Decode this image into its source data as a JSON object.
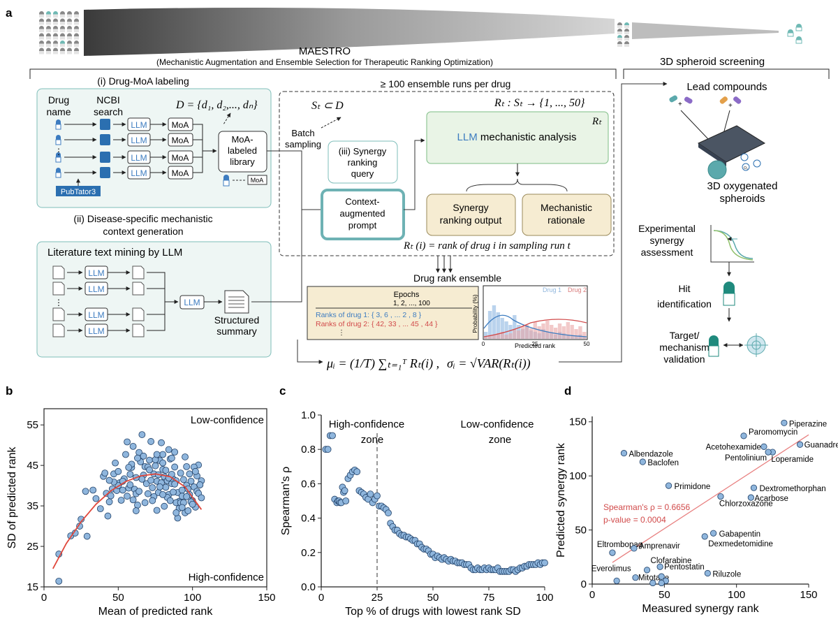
{
  "panels": {
    "a": "a",
    "b": "b",
    "c": "c",
    "d": "d"
  },
  "header": {
    "title": "MAESTRO",
    "subtitle": "(Mechanistic Augmentation and Ensemble Selection for Therapeutic Ranking Optimization)",
    "right_title": "3D spheroid screening"
  },
  "moa": {
    "title": "(i) Drug-MoA labeling",
    "col1": "Drug",
    "col1b": "name",
    "col2": "NCBI",
    "col2b": "search",
    "set_eq": "D = {d₁, d₂,..., dₙ}",
    "llm": "LLM",
    "moa": "MoA",
    "dots": "⋮",
    "library_line1": "MoA-",
    "library_line2": "labeled",
    "library_line3": "library",
    "pubtator": "PubTator3",
    "legend_moa": "MoA"
  },
  "context": {
    "title_line1": "(ii) Disease-specific mechanistic",
    "title_line2": "context generation",
    "box_title": "Literature text mining by LLM",
    "llm": "LLM",
    "summary_line1": "Structured",
    "summary_line2": "summary"
  },
  "ensemble": {
    "title": "≥ 100 ensemble runs per drug",
    "subset": "Sₜ ⊂ D",
    "batch_line1": "Batch",
    "batch_line2": "sampling",
    "query_line1": "(iii) Synergy",
    "query_line2": "ranking",
    "query_line3": "query",
    "prompt_line1": "Context-",
    "prompt_line2": "augmented",
    "prompt_line3": "prompt",
    "map_eq": "Rₜ : Sₜ → {1, ..., 50}",
    "rt": "Rₜ",
    "analysis_llm": "LLM",
    "analysis_rest": " mechanistic analysis",
    "output_line1": "Synergy",
    "output_line2": "ranking output",
    "rationale_line1": "Mechanistic",
    "rationale_line2": "rationale",
    "rank_def_a": "Rₜ (i)",
    "rank_def_b": " = rank of drug i in sampling run t"
  },
  "drug_rank": {
    "title": "Drug rank ensemble",
    "epochs": "Epochs",
    "epoch_ticks": "1,      2,   ...,           100",
    "drug1_row": "Ranks of drug 1: {   3,     6  , ...    2  ,   8  }",
    "drug2_row": "Ranks of drug 2: { 42,   33  , ... 45  , 44  }",
    "vdots": "⋮",
    "mini_ylabel": "Probability (%)",
    "mini_xlabel": "Predicted rank",
    "mini_ticks": [
      "0",
      "25",
      "50"
    ],
    "legend_drug1": "Drug 1",
    "legend_drug2": "Drug 2",
    "mu_eq": "μᵢ = (1/T) ∑ₜ₌₁ᵀ Rₜ(i) ,",
    "sigma_eq": "σᵢ = √VAR(Rₜ(i))"
  },
  "spheroid": {
    "lead": "Lead compounds",
    "spheroid_line1": "3D oxygenated",
    "spheroid_line2": "spheroids",
    "exp_line1": "Experimental",
    "exp_line2": "synergy",
    "exp_line3": "assessment",
    "hit_line1": "Hit",
    "hit_line2": "identification",
    "target_line1": "Target/",
    "target_line2": "mechanism",
    "target_line3": "validation",
    "o2": "O₂"
  },
  "colors": {
    "teal": "#5ba9ac",
    "teal_fill": "#eef6f4",
    "green_fill": "#e9f4e6",
    "tan_fill": "#f6ecd2",
    "blue": "#3d7cc0",
    "red": "#d14a4a",
    "point": "#8fb6dd"
  },
  "chart_data": [
    {
      "id": "b",
      "type": "scatter",
      "xlabel": "Mean of predicted rank",
      "ylabel": "SD of predicted rank",
      "xlim": [
        0,
        150
      ],
      "ylim": [
        15,
        59
      ],
      "xticks": [
        "0",
        "50",
        "100",
        "150"
      ],
      "yticks": [
        "15",
        "25",
        "35",
        "45",
        "55"
      ],
      "annotations": [
        "Low-confidence",
        "High-confidence"
      ],
      "points": [
        [
          10,
          16.4
        ],
        [
          10,
          23.1
        ],
        [
          18,
          27.6
        ],
        [
          21,
          28.3
        ],
        [
          24,
          30
        ],
        [
          25,
          31.7
        ],
        [
          28,
          38.6
        ],
        [
          29,
          27.5
        ],
        [
          33,
          38.9
        ],
        [
          35,
          36.8
        ],
        [
          38,
          34.3
        ],
        [
          40,
          42.3
        ],
        [
          41,
          43.1
        ],
        [
          42,
          38.1
        ],
        [
          43,
          32.5
        ],
        [
          44,
          36
        ],
        [
          45,
          37.5
        ],
        [
          46,
          39.2
        ],
        [
          47,
          42.9
        ],
        [
          48,
          45.6
        ],
        [
          49,
          38.8
        ],
        [
          50,
          43.5
        ],
        [
          51,
          40.7
        ],
        [
          52,
          36.4
        ],
        [
          53,
          38.9
        ],
        [
          54,
          41.7
        ],
        [
          55,
          47.7
        ],
        [
          56,
          50.8
        ],
        [
          57,
          39.4
        ],
        [
          58,
          42.8
        ],
        [
          59,
          44.5
        ],
        [
          60,
          49.7
        ],
        [
          61,
          39.1
        ],
        [
          62,
          38
        ],
        [
          63,
          35.2
        ],
        [
          64,
          48.2
        ],
        [
          65,
          45.9
        ],
        [
          66,
          52.6
        ],
        [
          67,
          42.6
        ],
        [
          68,
          44.7
        ],
        [
          69,
          40.5
        ],
        [
          70,
          38
        ],
        [
          71,
          46.3
        ],
        [
          72,
          50.9
        ],
        [
          73,
          39.5
        ],
        [
          74,
          42.9
        ],
        [
          75,
          44.9
        ],
        [
          76,
          41.1
        ],
        [
          77,
          38.3
        ],
        [
          78,
          46.2
        ],
        [
          79,
          50.6
        ],
        [
          80,
          44
        ],
        [
          81,
          42.2
        ],
        [
          82,
          39.6
        ],
        [
          83,
          41.2
        ],
        [
          84,
          37.8
        ],
        [
          85,
          46.6
        ],
        [
          86,
          40.5
        ],
        [
          87,
          41.6
        ],
        [
          88,
          44.6
        ],
        [
          89,
          41.2
        ],
        [
          90,
          38.3
        ],
        [
          91,
          36.1
        ],
        [
          92,
          43.1
        ],
        [
          93,
          38.9
        ],
        [
          94,
          41.5
        ],
        [
          95,
          33.3
        ],
        [
          96,
          40.1
        ],
        [
          97,
          39.2
        ],
        [
          98,
          37.8
        ],
        [
          99,
          41.1
        ],
        [
          100,
          36.3
        ],
        [
          101,
          39.7
        ],
        [
          102,
          34.7
        ],
        [
          103,
          38.6
        ],
        [
          104,
          38.1
        ],
        [
          105,
          40.2
        ],
        [
          106,
          37
        ],
        [
          77,
          42.7
        ],
        [
          80,
          45.6
        ],
        [
          84,
          41.9
        ],
        [
          88,
          40.4
        ],
        [
          90,
          32
        ],
        [
          91,
          34.4
        ],
        [
          93,
          37.4
        ],
        [
          87,
          38.4
        ],
        [
          89,
          35.8
        ],
        [
          82,
          43.8
        ],
        [
          83,
          37.1
        ],
        [
          86,
          42.8
        ],
        [
          85,
          36.3
        ],
        [
          79,
          40.7
        ],
        [
          78,
          39.7
        ],
        [
          72,
          41.3
        ],
        [
          74,
          37.3
        ],
        [
          75,
          46.4
        ],
        [
          70,
          44.6
        ],
        [
          66,
          41.6
        ],
        [
          64,
          38.6
        ],
        [
          62,
          42
        ],
        [
          58,
          40.2
        ],
        [
          56,
          37.4
        ],
        [
          68,
          35.8
        ],
        [
          76,
          33.9
        ],
        [
          80,
          37.8
        ],
        [
          92,
          35.8
        ],
        [
          94,
          35.8
        ],
        [
          96,
          37.3
        ],
        [
          97,
          33.8
        ],
        [
          99,
          36
        ],
        [
          100,
          35.4
        ],
        [
          103,
          42.4
        ],
        [
          106,
          41.2
        ],
        [
          104,
          45.1
        ],
        [
          101,
          44.6
        ],
        [
          96,
          44.7
        ],
        [
          95,
          47.1
        ],
        [
          88,
          48.3
        ],
        [
          86,
          46.8
        ],
        [
          84,
          48.9
        ],
        [
          80,
          47.7
        ],
        [
          76,
          47.7
        ],
        [
          71,
          43.9
        ],
        [
          67,
          47.3
        ],
        [
          63,
          46.8
        ],
        [
          59,
          45.3
        ],
        [
          57,
          44.5
        ],
        [
          53,
          41.1
        ],
        [
          50,
          40
        ],
        [
          47,
          40.9
        ],
        [
          44,
          41.3
        ],
        [
          60,
          36.5
        ],
        [
          62,
          33.8
        ],
        [
          73,
          36.3
        ],
        [
          81,
          34.9
        ],
        [
          89,
          33.3
        ],
        [
          93,
          34.6
        ],
        [
          98,
          42.9
        ],
        [
          102,
          43.5
        ],
        [
          105,
          40.2
        ]
      ],
      "fit": [
        [
          6,
          19.5
        ],
        [
          15,
          25.7
        ],
        [
          25,
          31.1
        ],
        [
          35,
          35.4
        ],
        [
          45,
          38.7
        ],
        [
          55,
          41
        ],
        [
          65,
          42.4
        ],
        [
          75,
          42.9
        ],
        [
          85,
          42.2
        ],
        [
          95,
          39.7
        ],
        [
          106,
          34.1
        ]
      ]
    },
    {
      "id": "c",
      "type": "scatter",
      "xlabel": "Top % of drugs with lowest rank SD",
      "ylabel": "Spearman's ρ",
      "xlim": [
        0,
        100
      ],
      "ylim": [
        0,
        1
      ],
      "xticks": [
        "0",
        "25",
        "50",
        "75",
        "100"
      ],
      "yticks": [
        "0.0",
        "0.2",
        "0.4",
        "0.6",
        "0.8",
        "1.0"
      ],
      "cutoff": 25,
      "zone_left_line1": "High-confidence",
      "zone_left_line2": "zone",
      "zone_right_line1": "Low-confidence",
      "zone_right_line2": "zone",
      "points": [
        [
          2,
          0.8
        ],
        [
          3,
          0.8
        ],
        [
          4,
          0.88
        ],
        [
          5,
          0.88
        ],
        [
          6,
          0.51
        ],
        [
          7,
          0.49
        ],
        [
          7.5,
          0.5
        ],
        [
          8,
          0.5
        ],
        [
          8.5,
          0.49
        ],
        [
          9,
          0.49
        ],
        [
          9.5,
          0.58
        ],
        [
          10,
          0.55
        ],
        [
          10.5,
          0.56
        ],
        [
          11,
          0.5
        ],
        [
          12,
          0.63
        ],
        [
          13,
          0.65
        ],
        [
          14,
          0.67
        ],
        [
          15,
          0.68
        ],
        [
          16,
          0.67
        ],
        [
          17,
          0.56
        ],
        [
          18,
          0.55
        ],
        [
          19,
          0.54
        ],
        [
          20,
          0.52
        ],
        [
          21,
          0.51
        ],
        [
          22,
          0.54
        ],
        [
          23,
          0.49
        ],
        [
          24,
          0.51
        ],
        [
          25,
          0.53
        ],
        [
          26,
          0.47
        ],
        [
          27,
          0.47
        ],
        [
          28,
          0.46
        ],
        [
          29,
          0.45
        ],
        [
          30,
          0.43
        ],
        [
          31,
          0.37
        ],
        [
          32,
          0.35
        ],
        [
          33,
          0.33
        ],
        [
          34,
          0.33
        ],
        [
          35,
          0.31
        ],
        [
          36,
          0.3
        ],
        [
          37,
          0.3
        ],
        [
          38,
          0.29
        ],
        [
          39,
          0.29
        ],
        [
          40,
          0.28
        ],
        [
          41,
          0.27
        ],
        [
          42,
          0.27
        ],
        [
          43,
          0.25
        ],
        [
          44,
          0.25
        ],
        [
          45,
          0.23
        ],
        [
          46,
          0.22
        ],
        [
          47,
          0.22
        ],
        [
          48,
          0.21
        ],
        [
          49,
          0.19
        ],
        [
          50,
          0.19
        ],
        [
          51,
          0.17
        ],
        [
          52,
          0.18
        ],
        [
          53,
          0.17
        ],
        [
          54,
          0.16
        ],
        [
          55,
          0.17
        ],
        [
          56,
          0.16
        ],
        [
          57,
          0.15
        ],
        [
          58,
          0.16
        ],
        [
          59,
          0.15
        ],
        [
          60,
          0.15
        ],
        [
          61,
          0.14
        ],
        [
          62,
          0.14
        ],
        [
          63,
          0.14
        ],
        [
          64,
          0.13
        ],
        [
          65,
          0.13
        ],
        [
          66,
          0.13
        ],
        [
          67,
          0.11
        ],
        [
          68,
          0.1
        ],
        [
          69,
          0.1
        ],
        [
          70,
          0.11
        ],
        [
          71,
          0.1
        ],
        [
          72,
          0.1
        ],
        [
          73,
          0.11
        ],
        [
          74,
          0.1
        ],
        [
          75,
          0.11
        ],
        [
          76,
          0.1
        ],
        [
          77,
          0.1
        ],
        [
          78,
          0.1
        ],
        [
          79,
          0.11
        ],
        [
          80,
          0.09
        ],
        [
          81,
          0.09
        ],
        [
          82,
          0.09
        ],
        [
          83,
          0.09
        ],
        [
          84,
          0.09
        ],
        [
          85,
          0.1
        ],
        [
          86,
          0.1
        ],
        [
          87,
          0.09
        ],
        [
          88,
          0.1
        ],
        [
          89,
          0.11
        ],
        [
          90,
          0.11
        ],
        [
          91,
          0.12
        ],
        [
          92,
          0.12
        ],
        [
          93,
          0.13
        ],
        [
          94,
          0.13
        ],
        [
          95,
          0.13
        ],
        [
          96,
          0.13
        ],
        [
          97,
          0.14
        ],
        [
          98,
          0.13
        ],
        [
          99,
          0.14
        ],
        [
          100,
          0.14
        ]
      ]
    },
    {
      "id": "d",
      "type": "scatter",
      "xlabel": "Measured synergy rank",
      "ylabel": "Predicted synergy rank",
      "xlim": [
        0,
        150
      ],
      "ylim": [
        0,
        155
      ],
      "xticks": [
        "0",
        "50",
        "100",
        "150"
      ],
      "yticks": [
        "0",
        "50",
        "100",
        "150"
      ],
      "stat1": "Spearman's ρ = 0.6656",
      "stat2": "p-value = 0.0004",
      "fit": [
        [
          14,
          20
        ],
        [
          150,
          138
        ]
      ],
      "points": [
        {
          "label": "Piperazine",
          "x": 133,
          "y": 149
        },
        {
          "label": "Paromomycin",
          "x": 105,
          "y": 137
        },
        {
          "label": "Guanadrel",
          "x": 144,
          "y": 129
        },
        {
          "label": "Acetohexamide",
          "x": 119,
          "y": 127
        },
        {
          "label": "Loperamide",
          "x": 125,
          "y": 122
        },
        {
          "label": "Pentolinium",
          "x": 122,
          "y": 122
        },
        {
          "label": "Albendazole",
          "x": 22,
          "y": 121
        },
        {
          "label": "Baclofen",
          "x": 35,
          "y": 113
        },
        {
          "label": "Primidone",
          "x": 53,
          "y": 91
        },
        {
          "label": "Dextromethorphan",
          "x": 112,
          "y": 89
        },
        {
          "label": "Acarbose",
          "x": 110,
          "y": 80
        },
        {
          "label": "Chlorzoxazone",
          "x": 89,
          "y": 81
        },
        {
          "label": "Gabapentin",
          "x": 84,
          "y": 47
        },
        {
          "label": "Dexmedetomidine",
          "x": 78,
          "y": 44
        },
        {
          "label": "Eltrombopag",
          "x": 14,
          "y": 29
        },
        {
          "label": "Amprenavir",
          "x": 29,
          "y": 33
        },
        {
          "label": "Clofarabine",
          "x": 38,
          "y": 13
        },
        {
          "label": "Pentostatin",
          "x": 47,
          "y": 16
        },
        {
          "label": "Riluzole",
          "x": 80,
          "y": 10
        },
        {
          "label": "Everolimus",
          "x": 17,
          "y": 3
        },
        {
          "label": "Mitotane",
          "x": 30,
          "y": 6
        },
        {
          "label": "",
          "x": 42,
          "y": 1
        },
        {
          "label": "",
          "x": 48,
          "y": 7
        },
        {
          "label": "",
          "x": 51,
          "y": 3
        },
        {
          "label": "",
          "x": 48,
          "y": 1
        }
      ]
    }
  ]
}
